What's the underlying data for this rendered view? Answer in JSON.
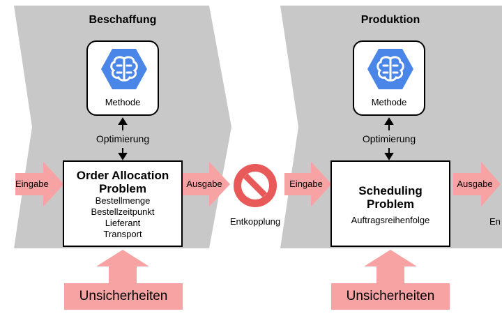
{
  "stages": [
    {
      "title": "Beschaffung",
      "method_label": "Methode",
      "optimization_label": "Optimierung",
      "problem_title_lines": [
        "Order Allocation",
        "Problem"
      ],
      "problem_detail_lines": [
        "Bestellmenge",
        "Bestellzeitpunkt",
        "Lieferant",
        "Transport"
      ],
      "input_label": "Eingabe",
      "output_label": "Ausgabe",
      "uncertainty_label": "Unsicherheiten"
    },
    {
      "title": "Produktion",
      "method_label": "Methode",
      "optimization_label": "Optimierung",
      "problem_title_lines": [
        "Scheduling",
        "Problem"
      ],
      "problem_detail_lines": [
        "Auftragsreihenfolge"
      ],
      "input_label": "Eingabe",
      "output_label": "Ausgabe",
      "uncertainty_label": "Unsicherheiten"
    }
  ],
  "decoupling": {
    "label": "Entkopplung",
    "icon": "prohibited-icon"
  },
  "cut_off_label": "En",
  "colors": {
    "stage_background": "#c8c8c8",
    "arrow_fill": "#f7a3a3",
    "uncertainty_fill": "#f7a3a3",
    "prohibited_red": "#e85a5a",
    "brain_blue": "#4a86e8"
  }
}
